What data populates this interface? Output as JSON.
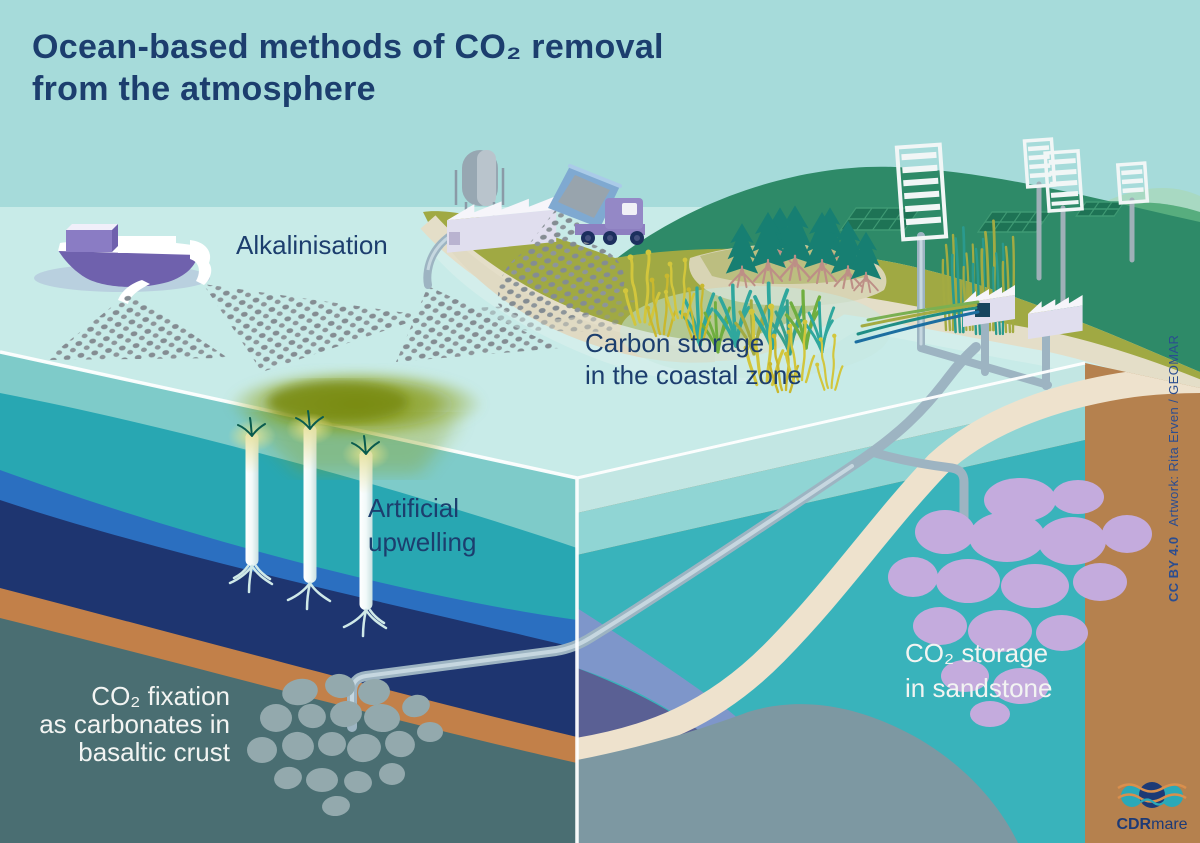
{
  "title": {
    "line1": "Ocean-based methods of CO₂ removal",
    "line2": "from the atmosphere"
  },
  "labels": {
    "alkalinisation": "Alkalinisation",
    "coastal": {
      "line1": "Carbon storage",
      "line2": "in the coastal zone"
    },
    "upwelling": {
      "line1": "Artificial",
      "line2": "upwelling"
    },
    "basalt_fixation": {
      "line1": "CO₂ fixation",
      "line2": "as carbonates in",
      "line3": "basaltic crust"
    },
    "sandstone_storage": {
      "line1": "CO₂ storage",
      "line2": "in sandstone"
    }
  },
  "credit": {
    "license": "CC BY 4.0",
    "attribution": "Artwork: Rita Erven / GEOMAR"
  },
  "logo": {
    "brand_bold": "CDR",
    "brand_light": "mare"
  },
  "palette": {
    "sky": "#a6dbda",
    "sea_surface": "#c8ebe8",
    "water_band_1": "#7ecbc9",
    "water_band_2": "#28a7b2",
    "water_band_3": "#2b6fc0",
    "water_band_navy": "#1e3570",
    "sediment_orange": "#c28049",
    "basalt": "#4a6e72",
    "right_teal": "#39b3bb",
    "periwinkle_light": "#7e96ca",
    "periwinkle_dark": "#5a6094",
    "sand_beige": "#eee2cd",
    "slate_mound": "#7d98a2",
    "sandstone": "#b5814e",
    "co2_bubble": "#c4abdd",
    "olive_land": "#a0a943",
    "hill_dark_green": "#2e8a68",
    "ship_purple": "#6f61ad",
    "pipe_gray": "#9db4c2",
    "label_dark": "#1c3e6e",
    "label_light": "#f2f4f2",
    "bloom_green": "#7f930b",
    "logo_navy": "#1d3a76",
    "logo_teal": "#2aa9b8",
    "logo_orange": "#d98f4d"
  }
}
